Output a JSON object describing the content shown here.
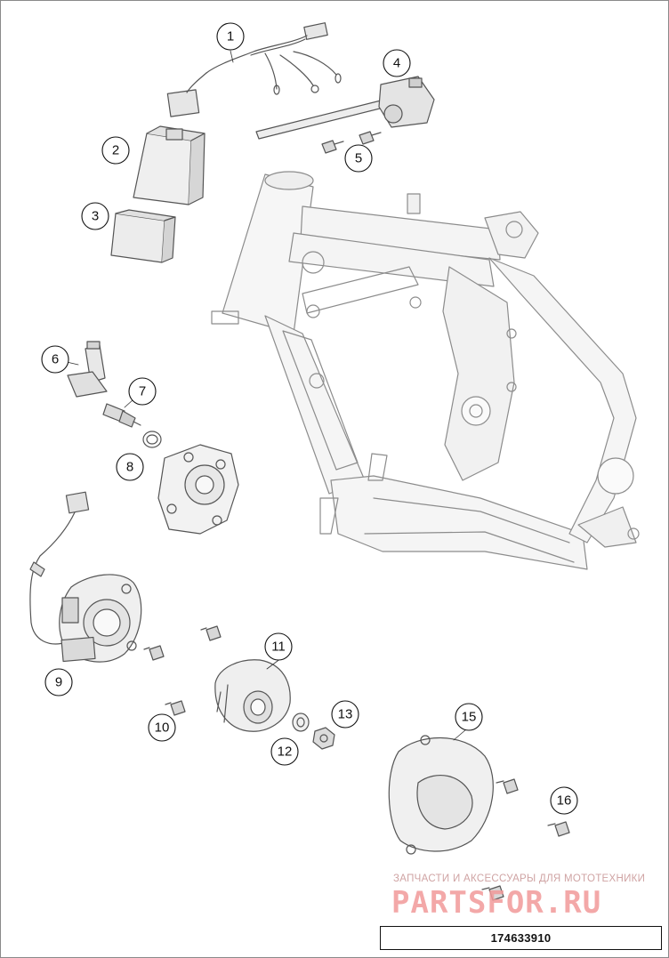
{
  "diagram": {
    "callouts": [
      "1",
      "2",
      "3",
      "4",
      "5",
      "6",
      "7",
      "8",
      "9",
      "10",
      "11",
      "12",
      "13",
      "15",
      "16"
    ],
    "part_number": "174633910",
    "watermark": {
      "tagline": "ЗАПЧАСТИ И АКСЕССУАРЫ ДЛЯ МОТОТЕХНИКИ",
      "logo": "PARTSFOR.RU"
    }
  }
}
